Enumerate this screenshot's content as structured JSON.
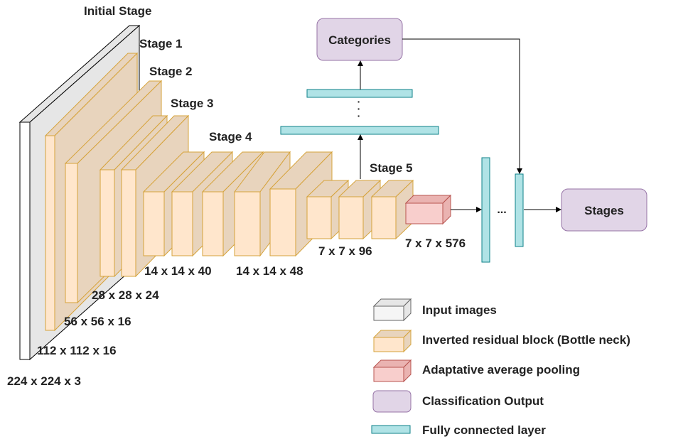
{
  "stage_labels": {
    "initial": "Initial Stage",
    "stage1": "Stage 1",
    "stage2": "Stage 2",
    "stage3": "Stage 3",
    "stage4": "Stage 4",
    "stage5": "Stage 5"
  },
  "dims": {
    "input": "224 x 224 x 3",
    "d112": "112 x 112 x 16",
    "d56": "56 x 56 x 16",
    "d28": "28 x 28 x 24",
    "d14_40": "14 x 14 x 40",
    "d14_48": "14 x 14 x 48",
    "d7_96": "7 x 7 x 96",
    "d7_576": "7 x 7 x 576"
  },
  "outputs": {
    "categories": "Categories",
    "stages": "Stages"
  },
  "ellipsis": "...",
  "legend": [
    {
      "key": "input",
      "label": "Input images"
    },
    {
      "key": "bottleneck",
      "label": "Inverted residual block (Bottle neck)"
    },
    {
      "key": "pooling",
      "label": "Adaptative average pooling"
    },
    {
      "key": "output",
      "label": "Classification Output"
    },
    {
      "key": "fc",
      "label": "Fully connected layer"
    }
  ],
  "colors": {
    "input_front": "#ffffff",
    "input_side": "#e6e6e6",
    "input_stroke": "#000000",
    "bottleneck_front": "#ffe6cc",
    "bottleneck_side": "#e8d4bd",
    "bottleneck_stroke": "#d6a33b",
    "pooling_front": "#f8cecc",
    "pooling_side": "#eab3b1",
    "pooling_stroke": "#b85450",
    "output_fill": "#e1d5e7",
    "output_stroke": "#9673a6",
    "fc_fill": "#b0e3e6",
    "fc_stroke": "#0e8088",
    "legend_input_fill": "#f5f5f5",
    "legend_input_stroke": "#666666"
  }
}
